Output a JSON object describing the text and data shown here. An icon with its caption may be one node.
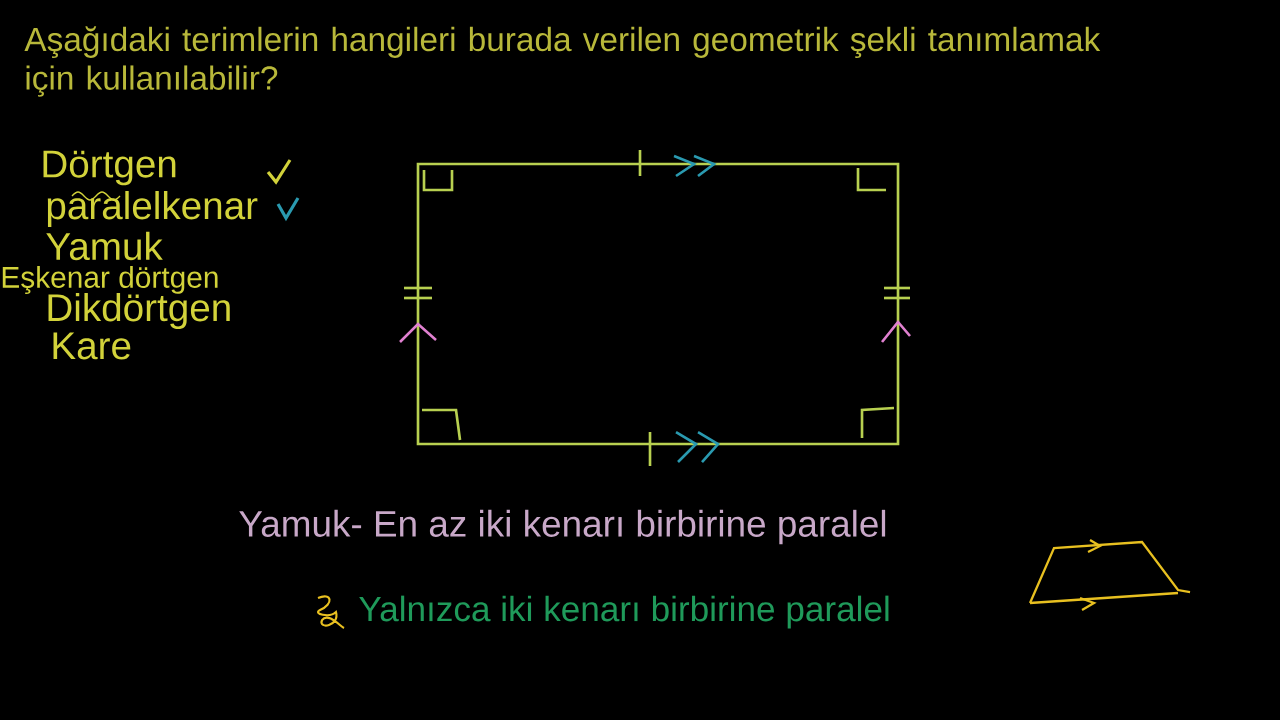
{
  "diagram": {
    "title": "Aşağıdaki terimlerin hangileri burada verilen geometrik şekli tanımlamak için kullanılabilir?",
    "labels": [
      "Dörtgen",
      "paralelkenar",
      "Yamuk",
      "Eşkenar dörtgen",
      "Dikdörtgen",
      "Kare",
      "Yamuk- En az iki kenarı birbirine paralel",
      "Yalnızca iki kenarı birbirine paralel"
    ]
  }
}
